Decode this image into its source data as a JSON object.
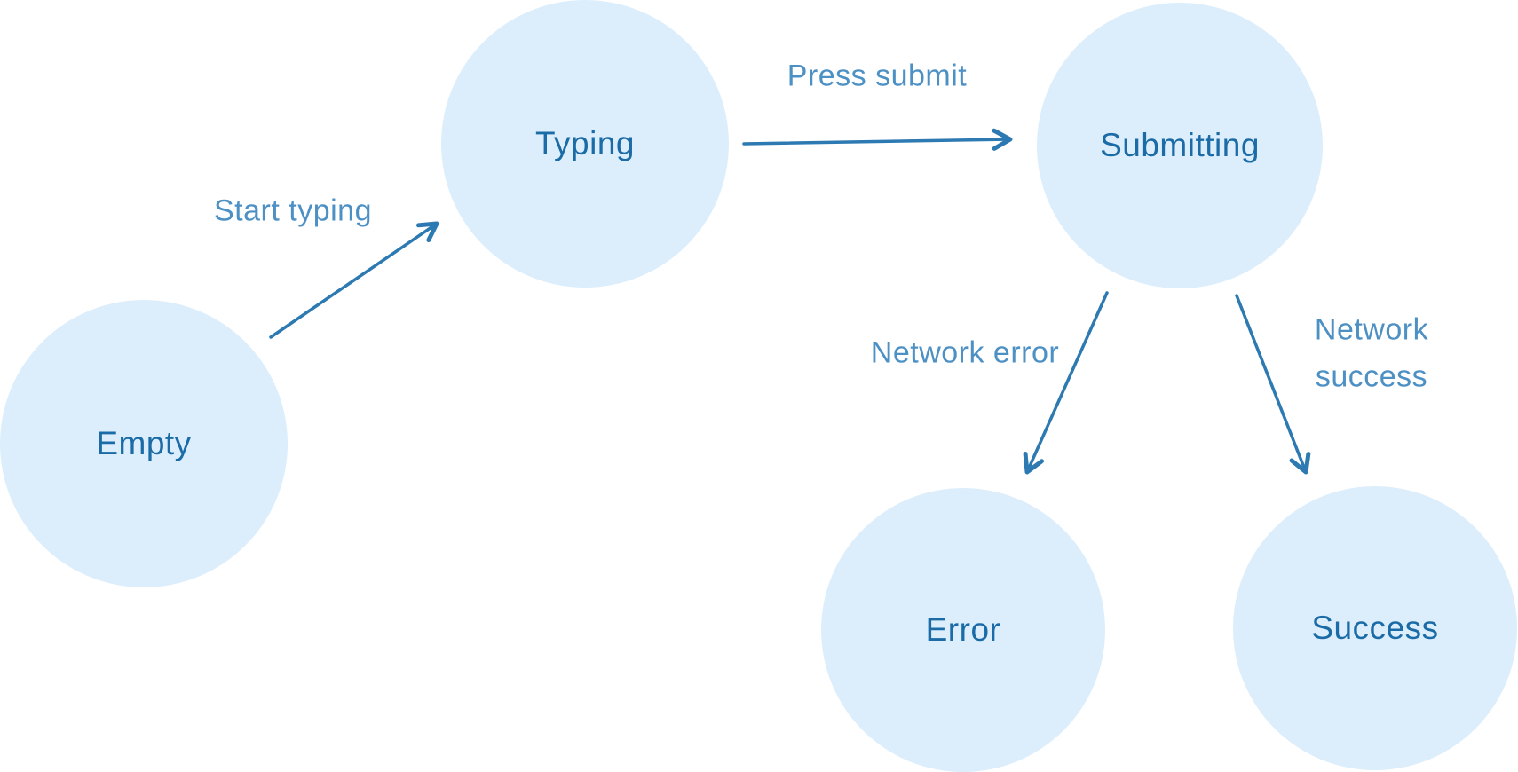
{
  "diagram": {
    "type": "state-machine",
    "nodes": [
      {
        "id": "empty",
        "label": "Empty"
      },
      {
        "id": "typing",
        "label": "Typing"
      },
      {
        "id": "submitting",
        "label": "Submitting"
      },
      {
        "id": "error",
        "label": "Error"
      },
      {
        "id": "success",
        "label": "Success"
      }
    ],
    "edges": [
      {
        "from": "empty",
        "to": "typing",
        "label": "Start typing"
      },
      {
        "from": "typing",
        "to": "submitting",
        "label": "Press submit"
      },
      {
        "from": "submitting",
        "to": "error",
        "label": "Network error"
      },
      {
        "from": "submitting",
        "to": "success",
        "label": "Network success"
      }
    ],
    "colors": {
      "node_fill": "#dceefc",
      "node_text": "#1a6ba6",
      "edge_label": "#4d90c4",
      "arrow": "#2d7ab2",
      "bg": "#ffffff"
    }
  }
}
